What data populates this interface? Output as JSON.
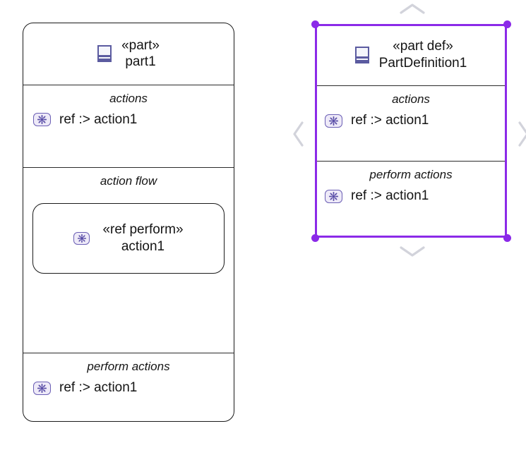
{
  "diagram": {
    "type": "sysml-part-diagram",
    "background": "#ffffff",
    "selection_color": "#8b2ae8",
    "outline_color": "#1a1a1a",
    "icon_color": "#5b5ba0",
    "action_icon_color": "#6b5fb5",
    "chevron_color": "#d2d3db"
  },
  "part_node": {
    "stereotype": "«part»",
    "name": "part1",
    "icon": "part-icon",
    "selected": false,
    "compartments": [
      {
        "title": "actions",
        "rows": [
          {
            "icon": "action-icon",
            "label": "ref :> action1"
          }
        ]
      },
      {
        "title": "action flow",
        "rows": [],
        "nested_node": {
          "stereotype": "«ref perform»",
          "name": "action1",
          "icon": "action-icon"
        }
      },
      {
        "title": "perform actions",
        "rows": [
          {
            "icon": "action-icon",
            "label": "ref :> action1"
          }
        ]
      }
    ]
  },
  "part_def_node": {
    "stereotype": "«part def»",
    "name": "PartDefinition1",
    "icon": "part-icon",
    "selected": true,
    "handles": [
      "top-left",
      "top-right",
      "bottom-left",
      "bottom-right"
    ],
    "compartments": [
      {
        "title": "actions",
        "rows": [
          {
            "icon": "action-icon",
            "label": "ref :> action1"
          }
        ]
      },
      {
        "title": "perform actions",
        "rows": [
          {
            "icon": "action-icon",
            "label": "ref :> action1"
          }
        ]
      }
    ]
  },
  "chevrons": [
    {
      "name": "chevron-up-icon",
      "direction": "up"
    },
    {
      "name": "chevron-down-icon",
      "direction": "down"
    },
    {
      "name": "chevron-left-icon",
      "direction": "left"
    },
    {
      "name": "chevron-right-icon",
      "direction": "right"
    }
  ]
}
